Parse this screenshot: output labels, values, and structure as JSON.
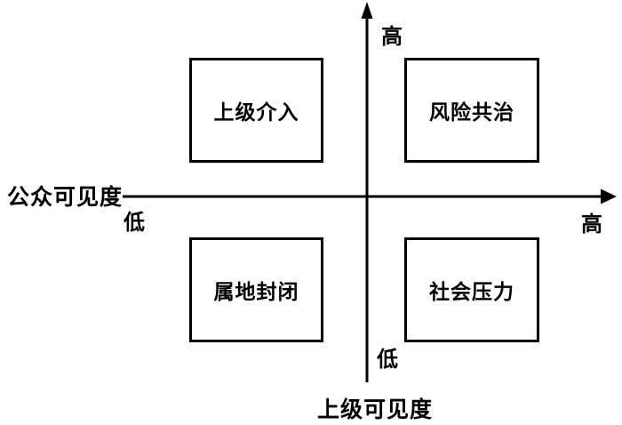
{
  "diagram": {
    "type": "quadrant-matrix",
    "colors": {
      "stroke": "#000000",
      "background": "#ffffff"
    },
    "axes": {
      "horizontal": {
        "title": "公众可见度",
        "low_label": "低",
        "high_label": "高"
      },
      "vertical": {
        "title": "上级可见度",
        "low_label": "低",
        "high_label": "高"
      }
    },
    "quadrants": {
      "top_left": {
        "label": "上级介入"
      },
      "top_right": {
        "label": "风险共治"
      },
      "bottom_left": {
        "label": "属地封闭"
      },
      "bottom_right": {
        "label": "社会压力"
      }
    }
  }
}
